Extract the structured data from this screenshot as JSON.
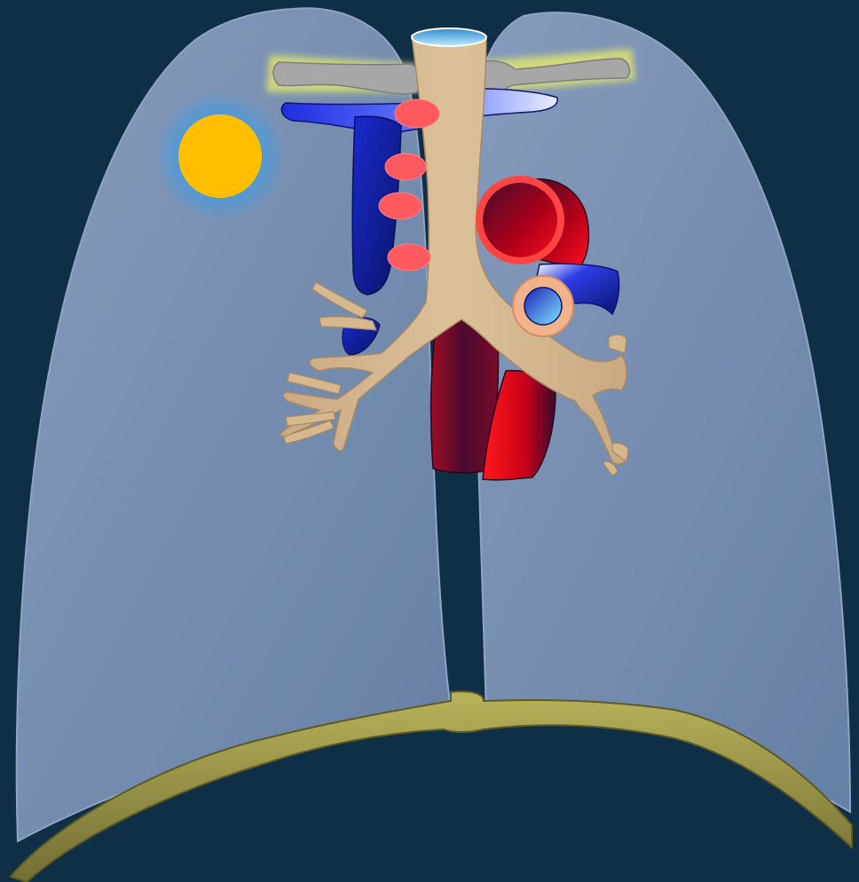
{
  "colors": {
    "background": "#0f2f47",
    "lung": "#6f86aa",
    "lung_edge": "#8ea3c3",
    "diaphragm": "#8d8744",
    "diaphragm_light": "#c3bd63",
    "trachea": "#d6b88f",
    "trachea_shadow": "#c8a77d",
    "vein": "#0b1a8f",
    "vein_light": "#4a63f0",
    "artery": "#c0001d",
    "artery_dark": "#3b1030",
    "lymph_node": "#ff5a5a",
    "clavicle": "#a9a9a9",
    "clavicle_glow": "#e1e36a",
    "tumor": "#ffbf00",
    "tumor_glow": "#4f9ad8",
    "ring": "#f0b18a",
    "trachea_top": "#4db6e6"
  },
  "structures": [
    "right-lung",
    "left-lung",
    "diaphragm",
    "trachea",
    "main-bronchi",
    "clavicles",
    "brachiocephalic-vein",
    "superior-vena-cava",
    "aortic-arch",
    "pulmonary-artery",
    "descending-aorta",
    "left-atrium",
    "paratracheal-lymph-nodes",
    "apical-tumor"
  ]
}
